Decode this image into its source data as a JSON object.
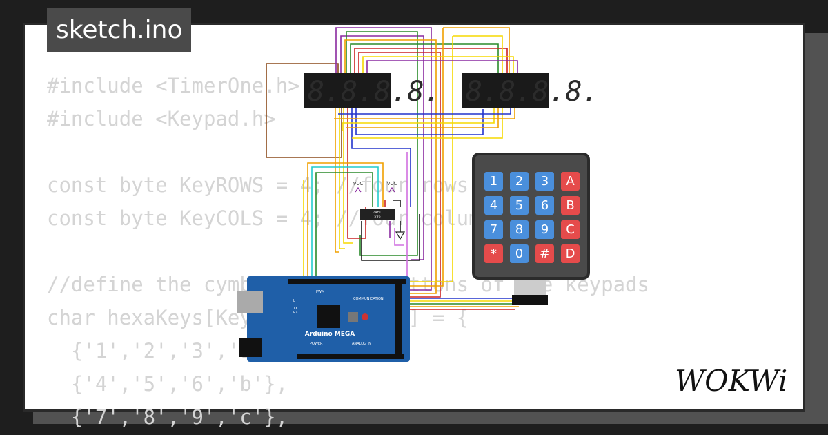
{
  "file_tab": {
    "label": "sketch.ino"
  },
  "code_lines": [
    "#include <TimerOne.h>",
    "#include <Keypad.h>",
    "",
    "const byte KeyROWS = 4; //four rows",
    "const byte KeyCOLS = 4; //four columns",
    "",
    "//define the cymbols on the buttons of the keypads",
    "char hexaKeys[KeyROWS][KeyCOLS] = {",
    "  {'1','2','3','a'},",
    "  {'4','5','6','b'},",
    "  {'7','8','9','c'},"
  ],
  "logo": {
    "text": "WOKWi"
  },
  "circuit": {
    "display_left": {
      "digits": "8.8.8.8."
    },
    "display_right": {
      "digits": "8.8.8.8."
    },
    "shift_register": {
      "label_top": "74HC",
      "label_bottom": "595"
    },
    "vcc_left": "VCC",
    "vcc_right": "VCC",
    "arduino": {
      "board_name": "Arduino MEGA",
      "pwm_label": "PWM",
      "communication_label": "COMMUNICATION",
      "power_label": "POWER",
      "analog_label": "ANALOG IN",
      "l_led": "L",
      "tx_led": "TX",
      "rx_led": "RX"
    },
    "keypad": {
      "keys": [
        {
          "label": "1",
          "kind": "num"
        },
        {
          "label": "2",
          "kind": "num"
        },
        {
          "label": "3",
          "kind": "num"
        },
        {
          "label": "A",
          "kind": "letter"
        },
        {
          "label": "4",
          "kind": "num"
        },
        {
          "label": "5",
          "kind": "num"
        },
        {
          "label": "6",
          "kind": "num"
        },
        {
          "label": "B",
          "kind": "letter"
        },
        {
          "label": "7",
          "kind": "num"
        },
        {
          "label": "8",
          "kind": "num"
        },
        {
          "label": "9",
          "kind": "num"
        },
        {
          "label": "C",
          "kind": "letter"
        },
        {
          "label": "*",
          "kind": "letter"
        },
        {
          "label": "0",
          "kind": "num"
        },
        {
          "label": "#",
          "kind": "letter"
        },
        {
          "label": "D",
          "kind": "letter"
        }
      ]
    }
  },
  "colors": {
    "wire_red": "#cc2222",
    "wire_green": "#2a8a2a",
    "wire_blue": "#2233cc",
    "wire_orange": "#f0a000",
    "wire_yellow": "#f5d800",
    "wire_purple": "#8a2aa0",
    "wire_brown": "#8b4a1a",
    "wire_cyan": "#22cccc",
    "wire_violet": "#d070e0",
    "arduino_blue": "#1f5fa8",
    "key_blue": "#4a8fdc",
    "key_red": "#e54b4b"
  }
}
